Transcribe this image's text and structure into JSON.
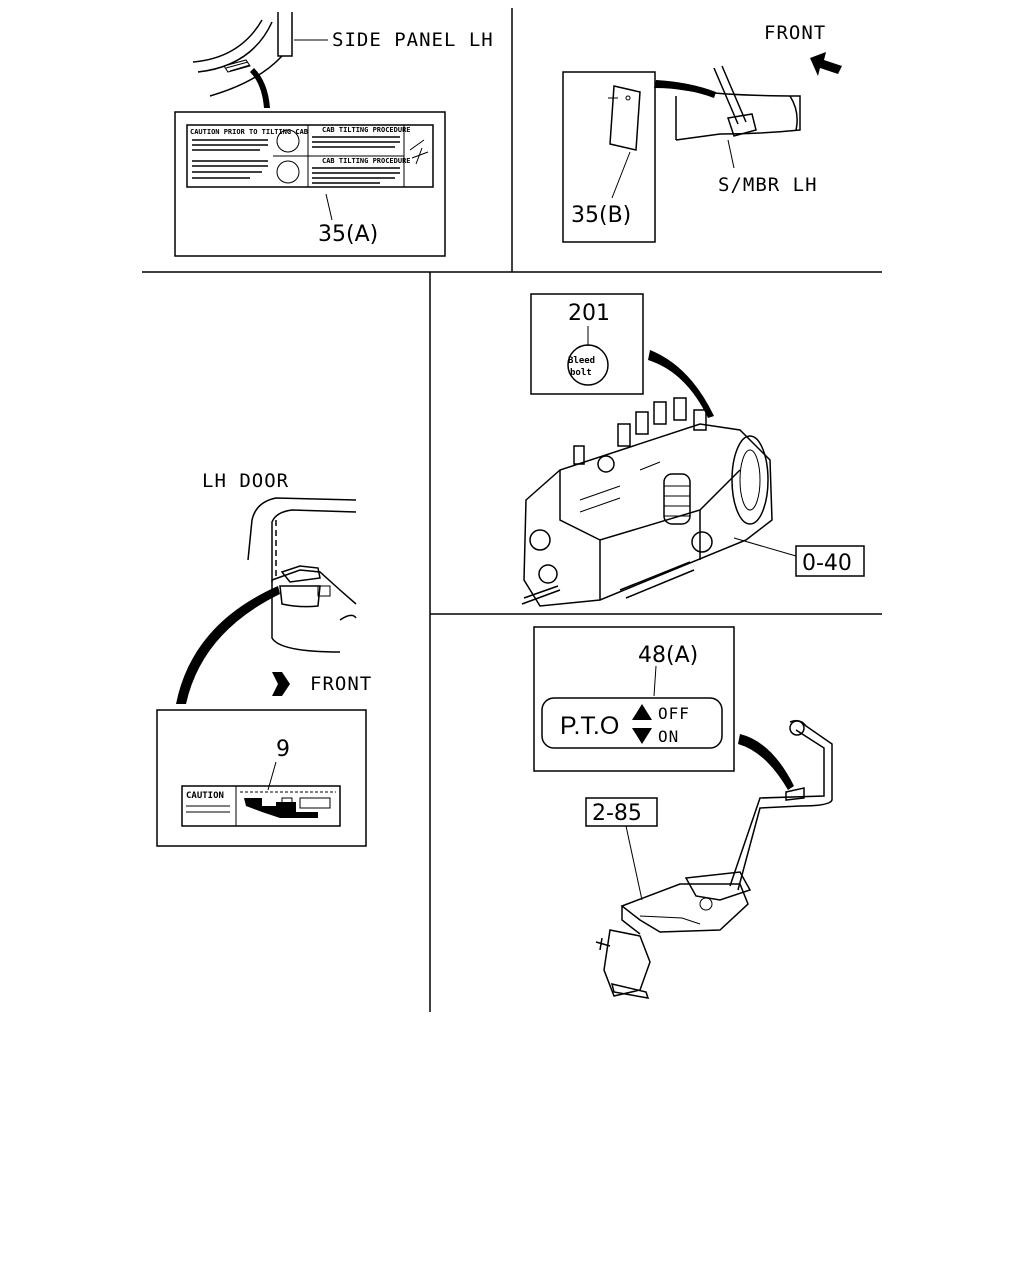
{
  "panels": {
    "top_left": {
      "callout": "SIDE PANEL LH",
      "decal_num": "35(A)",
      "decal_texts": [
        "CAUTION PRIOR TO TILTING CAB",
        "CAB TILTING PROCEDURE",
        "CAB TILTING PROCEDURE"
      ]
    },
    "top_right": {
      "front": "FRONT",
      "callout": "S/MBR LH",
      "decal_num": "35(B)"
    },
    "mid_left": {
      "callout": "LH DOOR",
      "front": "FRONT",
      "decal_num": "9",
      "decal_caution": "CAUTION"
    },
    "mid_right": {
      "decal_num": "201",
      "decal_line1": "Bleed",
      "decal_line2": "bolt",
      "ref": "0-40"
    },
    "bottom_right": {
      "decal_num": "48(A)",
      "pto_label": "P.T.O",
      "off_label": "OFF",
      "on_label": "ON",
      "ref": "2-85"
    }
  }
}
